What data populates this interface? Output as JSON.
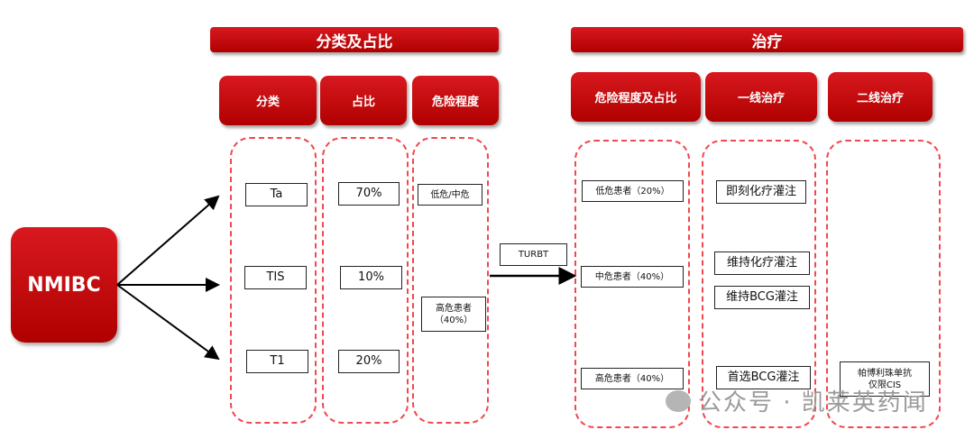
{
  "headers": {
    "classification": "分类及占比",
    "treatment": "治疗"
  },
  "subheaders": [
    "分类",
    "占比",
    "危险程度",
    "危险程度及占比",
    "一线治疗",
    "二线治疗"
  ],
  "source": "NMIBC",
  "types": [
    "Ta",
    "TIS",
    "T1"
  ],
  "proportions": [
    "70%",
    "10%",
    "20%"
  ],
  "risk": {
    "low_mid": "低危/中危",
    "high": "高危患者",
    "high_pct": "（40%）"
  },
  "procedure": "TURBT",
  "risk_groups": [
    "低危患者（20%）",
    "中危患者（40%）",
    "高危患者（40%）"
  ],
  "first_line": [
    "即刻化疗灌注",
    "维持化疗灌注",
    "维持BCG灌注",
    "首选BCG灌注"
  ],
  "second_line": {
    "line1": "帕博利珠单抗",
    "line2": "仅限CIS"
  },
  "watermark": "公众号 · 凯莱英药闻"
}
